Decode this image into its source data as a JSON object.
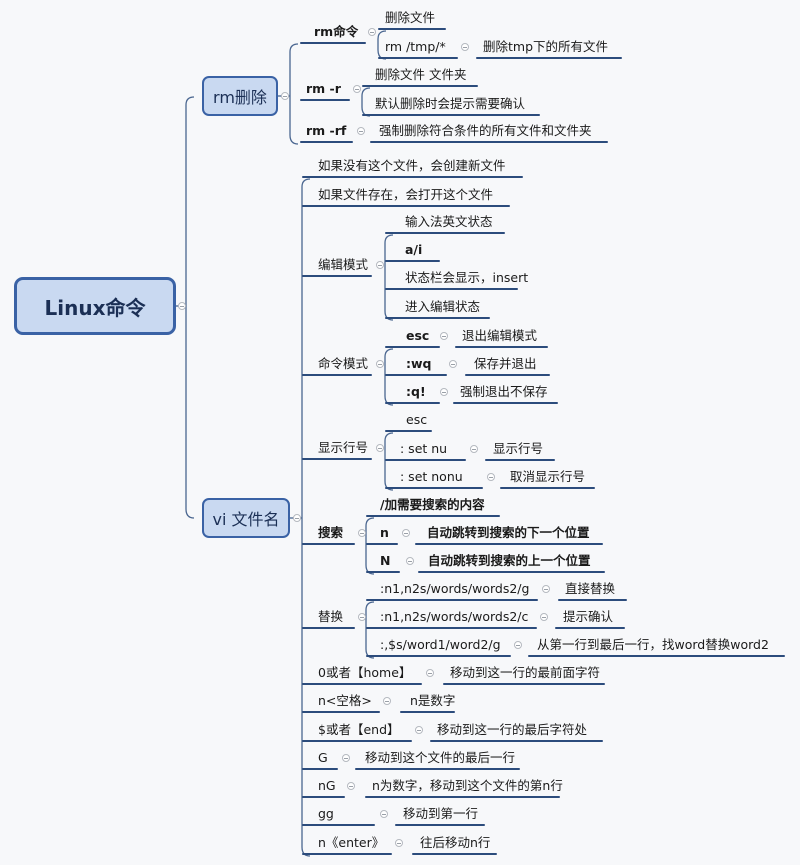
{
  "root": "Linux命令",
  "rm": {
    "label": "rm删除",
    "cmd": {
      "label": "rm命令",
      "del_file": "删除文件",
      "tmp": "rm /tmp/*",
      "tmp_desc": "删除tmp下的所有文件"
    },
    "r": {
      "label": "rm -r",
      "a": "删除文件 文件夹",
      "b": "默认删除时会提示需要确认"
    },
    "rf": {
      "label": "rm -rf",
      "desc": "强制删除符合条件的所有文件和文件夹"
    }
  },
  "vi": {
    "label": "vi 文件名",
    "create": "如果没有这个文件，会创建新文件",
    "open": "如果文件存在，会打开这个文件",
    "edit": {
      "label": "编辑模式",
      "a": "输入法英文状态",
      "b": "a/i",
      "c": "状态栏会显示，insert",
      "d": "进入编辑状态"
    },
    "command": {
      "label": "命令模式",
      "esc": "esc",
      "esc_desc": "退出编辑模式",
      "wq": ":wq",
      "wq_desc": "保存并退出",
      "q": ":q!",
      "q_desc": "强制退出不保存"
    },
    "lineno": {
      "label": "显示行号",
      "esc": "esc",
      "nu": ": set nu",
      "nu_desc": "显示行号",
      "nonu": ": set nonu",
      "nonu_desc": "取消显示行号"
    },
    "search": {
      "label": "搜索",
      "a": "/加需要搜索的内容",
      "n": "n",
      "n_desc": "自动跳转到搜索的下一个位置",
      "N": "N",
      "N_desc": "自动跳转到搜索的上一个位置"
    },
    "replace": {
      "label": "替换",
      "g": ":n1,n2s/words/words2/g",
      "g_desc": "直接替换",
      "c": ":n1,n2s/words/words2/c",
      "c_desc": "提示确认",
      "all": ":,$s/word1/word2/g",
      "all_desc": "从第一行到最后一行，找word替换word2"
    },
    "home": "0或者【home】",
    "home_desc": "移动到这一行的最前面字符",
    "space": "n<空格>",
    "space_desc": "n是数字",
    "end": "$或者【end】",
    "end_desc": "移动到这一行的最后字符处",
    "G": "G",
    "G_desc": "移动到这个文件的最后一行",
    "nG": "nG",
    "nG_desc": "n为数字，移动到这个文件的第n行",
    "gg": "gg",
    "gg_desc": "移动到第一行",
    "enter": "n《enter》",
    "enter_desc": "往后移动n行"
  },
  "colors": {
    "line": "#2c4c7c",
    "box_fill": "#c9d9f1",
    "box_border": "#3a62a5"
  }
}
